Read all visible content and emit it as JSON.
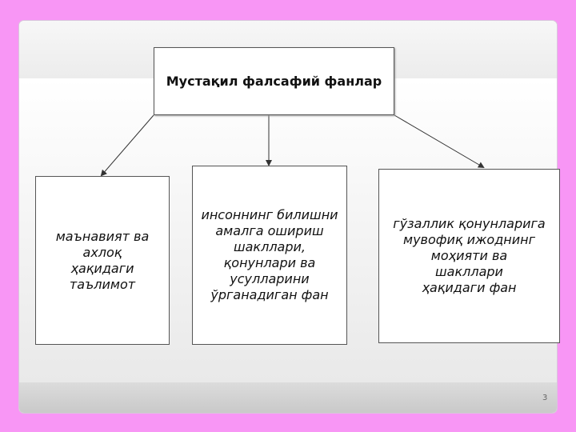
{
  "diagram": {
    "title": "Мустақил фалсафий фанлар",
    "branches": [
      {
        "text": "маънавият ва\nахлоқ\nҳақидаги\nтаълимот"
      },
      {
        "text": "инсоннинг билишни\nамалга ошириш\nшакллари,\nқонунлари ва\nусулларини\nўрганадиган фан"
      },
      {
        "text": "гўзаллик қонунларига\nмувофиқ ижоднинг\nмоҳияти ва\nшакллари\nҳақидаги фан"
      }
    ]
  },
  "page_number": "3",
  "colors": {
    "background": "#f896f5",
    "box_border": "#555555",
    "arrow": "#333333"
  }
}
